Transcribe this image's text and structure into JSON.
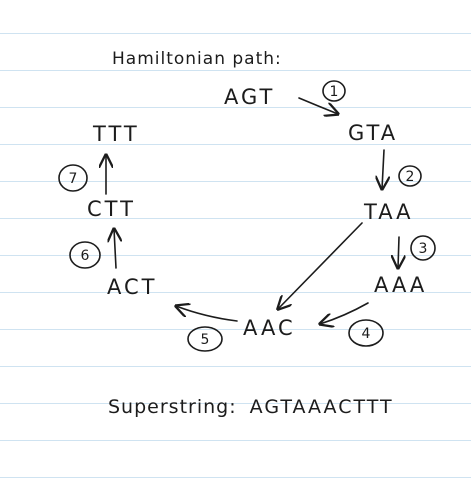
{
  "title": "Hamiltonian path:",
  "superstring_label": "Superstring:",
  "superstring_value": "AGTAAACTTT",
  "nodes": [
    "AGT",
    "GTA",
    "TAA",
    "AAA",
    "AAC",
    "ACT",
    "CTT",
    "TTT"
  ],
  "step_numbers": [
    "1",
    "2",
    "3",
    "4",
    "5",
    "6",
    "7"
  ],
  "colors": {
    "ink": "#1c1c1c",
    "ruled_line": "#cfe3f1"
  }
}
